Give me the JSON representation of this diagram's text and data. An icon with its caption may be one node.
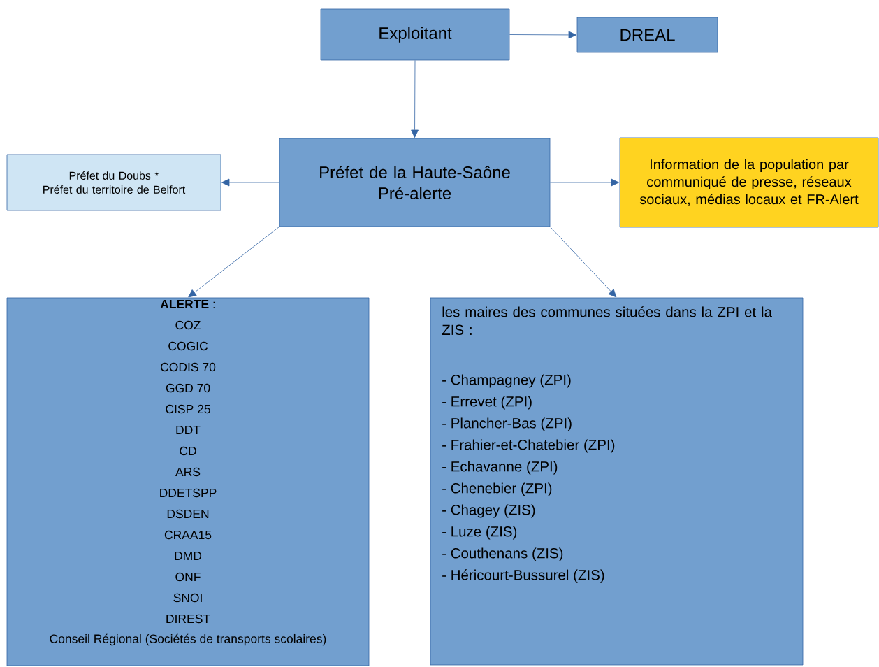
{
  "diagram": {
    "nodes": [
      {
        "text": [
          "Exploitant"
        ]
      },
      {
        "text": [
          "DREAL"
        ]
      },
      {
        "text": [
          "Préfet de la Haute-Saône",
          "Pré-alerte"
        ]
      },
      {
        "text": [
          "Préfet du Doubs *",
          "Préfet du territoire de Belfort"
        ]
      },
      {
        "text": [
          "Information de la population par communiqué de presse, réseaux sociaux, médias locaux et FR-Alert"
        ]
      },
      {
        "text": [
          "**ALERTE** :",
          "COZ",
          "COGIC",
          "CODIS 70",
          "GGD 70",
          "CISP 25",
          "DDT",
          "CD",
          "ARS",
          "DDETSPP",
          "DSDEN",
          "CRAA15",
          "DMD",
          "ONF",
          "SNOI",
          "DIREST",
          "Conseil Régional (Sociétés de transports scolaires)"
        ]
      },
      {
        "text": [
          "les maires des communes situées dans la ZPI et la ZIS :",
          "- Champagney (ZPI)",
          "- Errevet (ZPI)",
          "- Plancher-Bas (ZPI)",
          "- Frahier-et-Chatebier (ZPI)",
          "- Echavanne (ZPI)",
          "- Chenebier (ZPI)",
          "- Chagey (ZIS)",
          "- Luze (ZIS)",
          "- Couthenans (ZIS)",
          "- Héricourt-Bussurel (ZIS)"
        ]
      }
    ],
    "edges": [
      {
        "from": 0,
        "to": 1,
        "arrow": "to"
      },
      {
        "from": 0,
        "to": 2,
        "arrow": "to"
      },
      {
        "from": 2,
        "to": 3,
        "arrow": "to"
      },
      {
        "from": 2,
        "to": 4,
        "arrow": "to"
      },
      {
        "from": 2,
        "to": 5,
        "arrow": "to"
      },
      {
        "from": 2,
        "to": 6,
        "arrow": "to"
      }
    ]
  }
}
